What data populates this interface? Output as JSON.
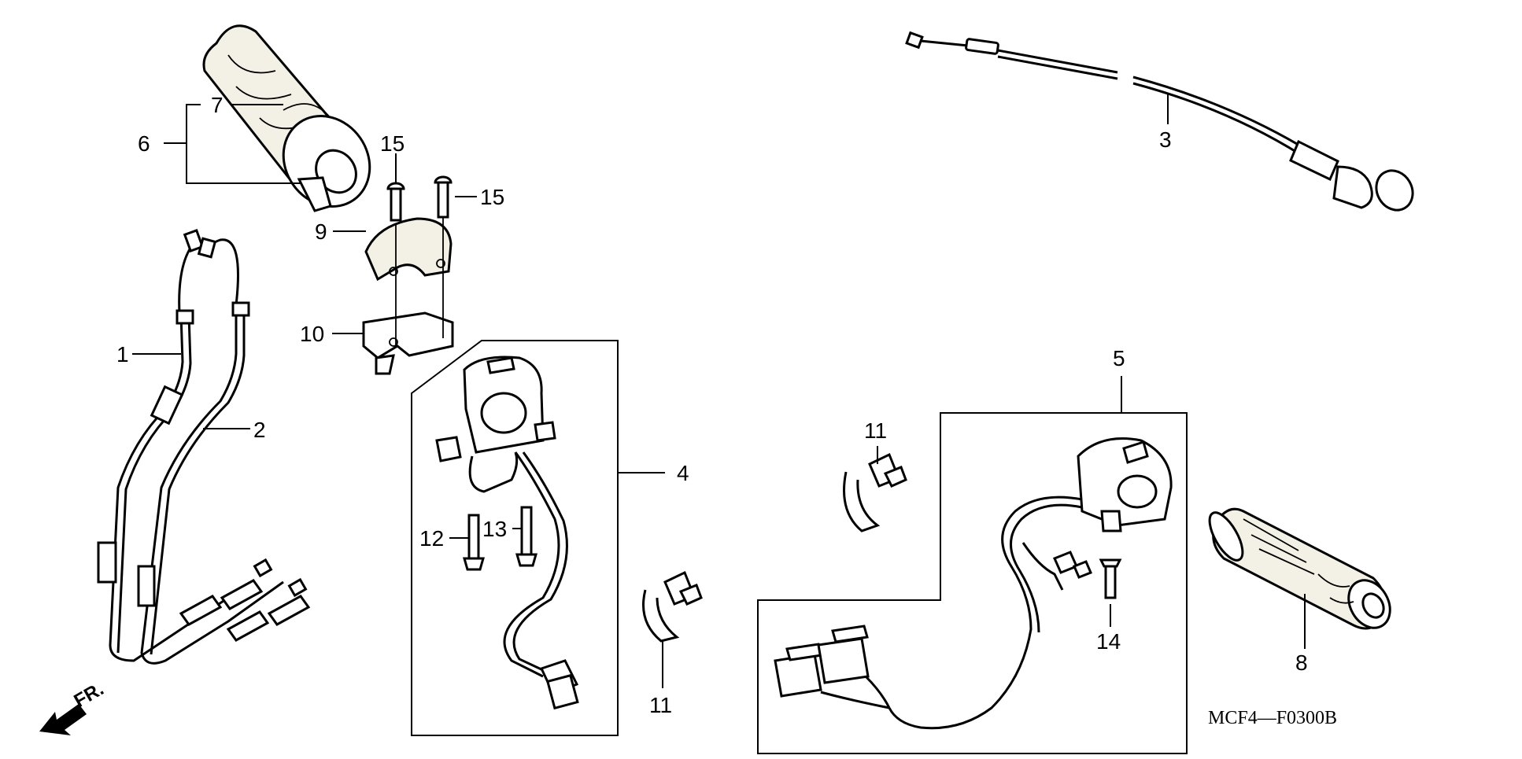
{
  "diagram": {
    "code": "MCF4—F0300B",
    "direction_label": "FR.",
    "callouts": [
      {
        "id": "c1",
        "label": "1"
      },
      {
        "id": "c2",
        "label": "2"
      },
      {
        "id": "c3",
        "label": "3"
      },
      {
        "id": "c4",
        "label": "4"
      },
      {
        "id": "c5",
        "label": "5"
      },
      {
        "id": "c6",
        "label": "6"
      },
      {
        "id": "c7",
        "label": "7"
      },
      {
        "id": "c8",
        "label": "8"
      },
      {
        "id": "c9",
        "label": "9"
      },
      {
        "id": "c10",
        "label": "10"
      },
      {
        "id": "c11a",
        "label": "11"
      },
      {
        "id": "c11b",
        "label": "11"
      },
      {
        "id": "c12",
        "label": "12"
      },
      {
        "id": "c13",
        "label": "13"
      },
      {
        "id": "c14",
        "label": "14"
      },
      {
        "id": "c15a",
        "label": "15"
      },
      {
        "id": "c15b",
        "label": "15"
      }
    ]
  }
}
